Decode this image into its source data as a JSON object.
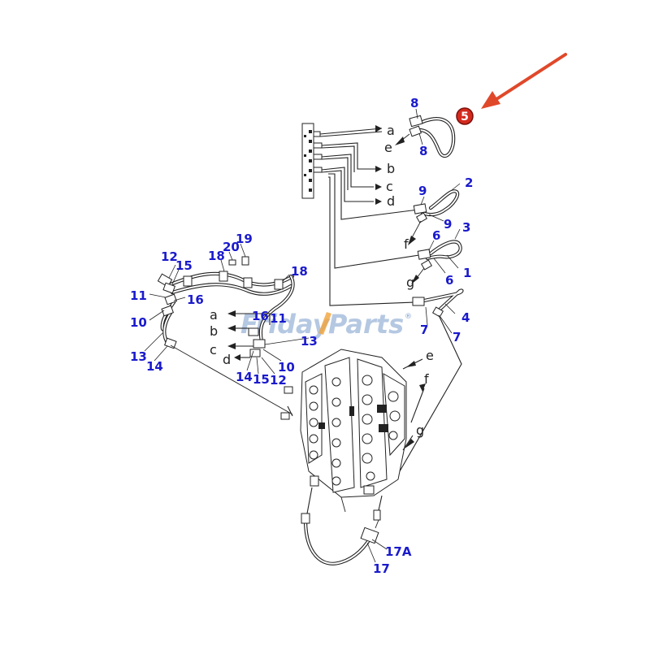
{
  "watermark": {
    "part1": "Friday",
    "part2": "Parts",
    "mark": "®"
  },
  "highlight": {
    "label": "5",
    "color": "#d42a1e"
  },
  "arrow_color": "#e0482a",
  "callout_color": "#1a1acc",
  "callouts": {
    "c8a": "8",
    "c8b": "8",
    "c2": "2",
    "c9a": "9",
    "c9b": "9",
    "c3": "3",
    "c6a": "6",
    "c6b": "6",
    "c1": "1",
    "c4": "4",
    "c7a": "7",
    "c7b": "7",
    "c12a": "12",
    "c15a": "15",
    "c18a": "18",
    "c20": "20",
    "c19": "19",
    "c18b": "18",
    "c11a": "11",
    "c16a": "16",
    "c10a": "10",
    "c13a": "13",
    "c14a": "14",
    "c16b": "16",
    "c11b": "11",
    "c13b": "13",
    "c10b": "10",
    "c14b": "14",
    "c15b": "15",
    "c12b": "12",
    "c17a": "17A",
    "c17": "17"
  },
  "letters": {
    "a1": "a",
    "e1": "e",
    "b1": "b",
    "c1": "c",
    "d1": "d",
    "f1": "f",
    "g1": "g",
    "a2": "a",
    "b2": "b",
    "c2": "c",
    "d2": "d",
    "e2": "e",
    "f2": "f",
    "g2": "g"
  }
}
